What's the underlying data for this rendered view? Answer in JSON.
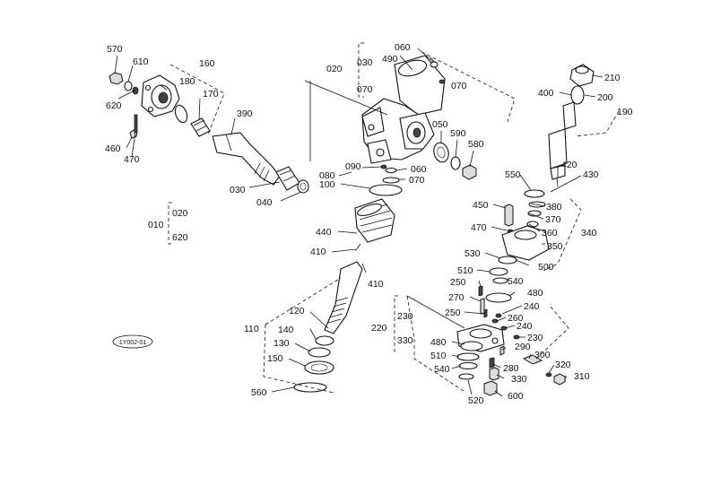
{
  "labels": {
    "l570": "570",
    "l610": "610",
    "l160": "160",
    "l180": "180",
    "l620a": "620",
    "l170": "170",
    "l390": "390",
    "l460": "460",
    "l470a": "470",
    "l030a": "030",
    "l040": "040",
    "l010": "010",
    "l020b": "020",
    "l620b": "620",
    "l020": "020",
    "l030b": "030",
    "l070a": "070",
    "l060a": "060",
    "l490": "490",
    "l070b": "070",
    "l050": "050",
    "l590": "590",
    "l580": "580",
    "l080": "080",
    "l090": "090",
    "l060b": "060",
    "l070c": "070",
    "l100": "100",
    "l440": "440",
    "l410a": "410",
    "l410b": "410",
    "l110": "110",
    "l120": "120",
    "l140": "140",
    "l130": "130",
    "l150": "150",
    "l560": "560",
    "l210": "210",
    "l400": "400",
    "l200": "200",
    "l190": "190",
    "l420": "420",
    "l550": "550",
    "l430": "430",
    "l450": "450",
    "l380": "380",
    "l370": "370",
    "l470b": "470",
    "l360": "360",
    "l340": "340",
    "l350": "350",
    "l530": "530",
    "l500": "500",
    "l510a": "510",
    "l540a": "540",
    "l250a": "250",
    "l480a": "480",
    "l270": "270",
    "l240a": "240",
    "l250b": "250",
    "l260": "260",
    "l230a": "230",
    "l220": "220",
    "l240b": "240",
    "l330a": "330",
    "l230b": "230",
    "l480b": "480",
    "l290": "290",
    "l510b": "510",
    "l300": "300",
    "l280": "280",
    "l540b": "540",
    "l320": "320",
    "l330b": "330",
    "l310": "310",
    "l520": "520",
    "l600": "600"
  },
  "figure_code": "1Y002-01"
}
